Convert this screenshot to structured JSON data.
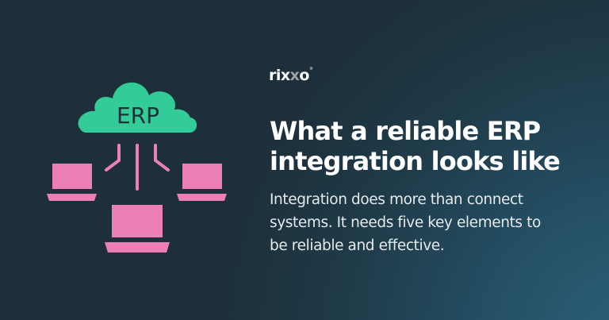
{
  "colors": {
    "background_dark": "#1d2f3a",
    "background_light": "#2b6079",
    "cloud_green": "#33cc99",
    "device_pink": "#ec80b4",
    "text_white": "#ffffff",
    "logo_grey_x": "#9aa3a8"
  },
  "illustration": {
    "cloud_label": "ERP",
    "icons": [
      "cloud-icon",
      "connector-lines-icon",
      "laptop-icon",
      "laptop-icon",
      "laptop-icon"
    ]
  },
  "brand": {
    "logo_part1": "rix",
    "logo_part2": "x",
    "logo_part3": "o",
    "registered_mark": "®"
  },
  "headline": {
    "line1": "What a reliable ERP",
    "line2": "integration looks like"
  },
  "description": {
    "line1": "Integration does more than connect",
    "line2": "systems. It needs five key elements to",
    "line3": "be reliable and effective."
  }
}
